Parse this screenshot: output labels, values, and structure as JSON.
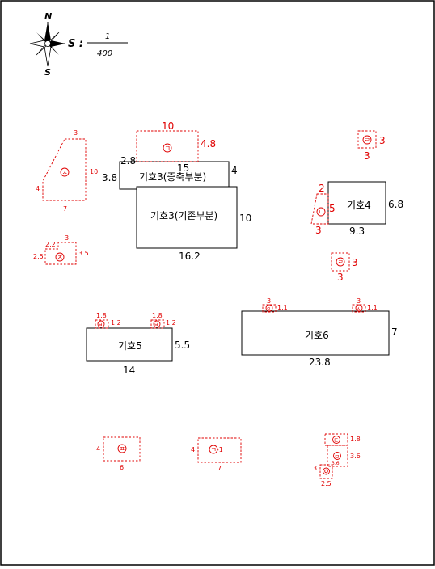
{
  "compass": {
    "north": "N",
    "south": "S"
  },
  "scale": {
    "prefix": "S :",
    "numerator": "1",
    "denominator": "400"
  },
  "buildings": {
    "b3_ext": {
      "label": "기호3(증축부분)",
      "top": "15",
      "left_top": "2.8",
      "left": "3.8",
      "right": "4"
    },
    "b3_old": {
      "label": "기호3(기존부분)",
      "right": "10",
      "bottom": "16.2"
    },
    "b4": {
      "label": "기호4",
      "right": "6.8",
      "bottom": "9.3"
    },
    "b5": {
      "label": "기호5",
      "right": "5.5",
      "bottom": "14"
    },
    "b6": {
      "label": "기호6",
      "right": "7",
      "bottom": "23.8"
    }
  },
  "red_items": {
    "g_top": {
      "symbol": "ㄱ",
      "top": "10",
      "right": "4.8"
    },
    "j_tri": {
      "symbol": "ㅈ",
      "top": "3",
      "right": "10",
      "left": "4",
      "bottom": "7"
    },
    "j_small": {
      "symbol": "ㅈ",
      "top_a": "2.2",
      "top_b": "3",
      "left": "2.5",
      "right": "3.5"
    },
    "e_top": {
      "symbol": "ㄹ",
      "right": "3",
      "bottom": "3"
    },
    "l_b4": {
      "symbol": "ㄴ",
      "top": "2",
      "right": "5",
      "bottom": "3"
    },
    "e_mid": {
      "symbol": "ㄹ",
      "right": "3",
      "bottom": "3"
    },
    "b5_left": {
      "symbol": "ㅂ",
      "top": "1.8",
      "right": "1.2"
    },
    "b5_right": {
      "symbol": "ㅂ",
      "top": "1.8",
      "right": "1.2"
    },
    "b6_left": {
      "symbol": "ㅇ",
      "top": "3",
      "right": "1.1"
    },
    "b6_right": {
      "symbol": "ㅅ",
      "top": "3",
      "right": "1.1"
    },
    "p_box": {
      "symbol": "ㅍ",
      "left": "4",
      "bottom": "6"
    },
    "g1_box": {
      "symbol": "ㄱ-1",
      "left": "4",
      "bottom": "7"
    },
    "cluster": {
      "upper_symbol": "ㅌ",
      "upper_right": "1.8",
      "mid_symbol": "ㅁ",
      "mid_right": "3.6",
      "mid_small": "3.6",
      "low_symbol": "ㅇ",
      "low_left": "3",
      "low_bottom": "2.5"
    }
  }
}
